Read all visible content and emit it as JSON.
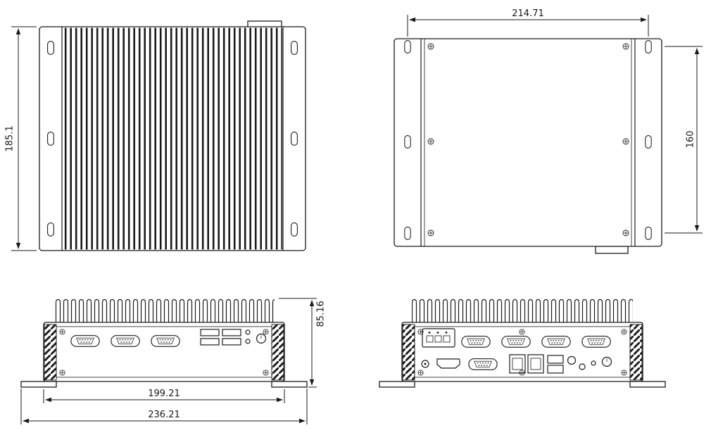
{
  "colors": {
    "ink": "#1a1a1a",
    "paper": "#ffffff"
  },
  "dims": {
    "side_height": "185.1",
    "mount_width": "214.71",
    "mount_height": "160",
    "front_height": "85.16",
    "inner_width": "199.21",
    "overall_width": "236.21"
  }
}
